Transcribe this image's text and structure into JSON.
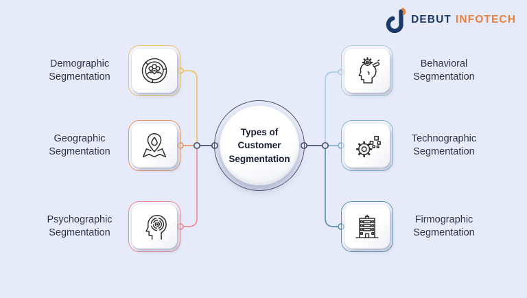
{
  "colors": {
    "background": "#E7EBF9",
    "line_dark": "#4E5270",
    "text_dark": "#2D3248",
    "demographic": "#EDC36B",
    "geographic": "#E5996B",
    "psychographic": "#ED8C96",
    "behavioral": "#A7CFE4",
    "technographic": "#7FB2CF",
    "firmographic": "#5C94B4",
    "logo_navy": "#1C3A66",
    "logo_orange": "#E5813D"
  },
  "logo": {
    "word1": "DEBUT",
    "word2": "INFOTECH"
  },
  "center_circle": {
    "line1": "Types of",
    "line2": "Customer",
    "line3": "Segmentation"
  },
  "segments": [
    {
      "label": "Demographic Segmentation",
      "icon": "people-pie-chart-icon"
    },
    {
      "label": "Geographic Segmentation",
      "icon": "map-location-pin-icon"
    },
    {
      "label": "Psychographic Segmentation",
      "icon": "head-maze-icon"
    },
    {
      "label": "Behavioral Segmentation",
      "icon": "head-gear-hand-icon"
    },
    {
      "label": "Technographic Segmentation",
      "icon": "gear-pixels-icon"
    },
    {
      "label": "Firmographic Segmentation",
      "icon": "office-building-icon"
    }
  ]
}
